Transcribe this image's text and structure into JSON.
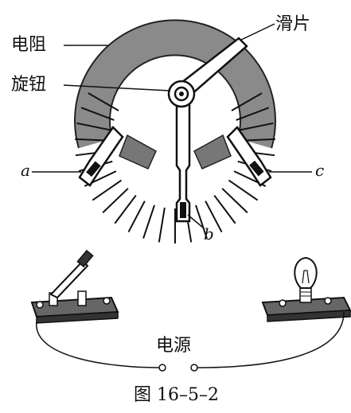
{
  "labels": {
    "resistor": "电阻",
    "knob": "旋钮",
    "slider": "滑片",
    "power": "电源"
  },
  "terminals": {
    "a": "a",
    "b": "b",
    "c": "c"
  },
  "caption": "图 16–5–2"
}
